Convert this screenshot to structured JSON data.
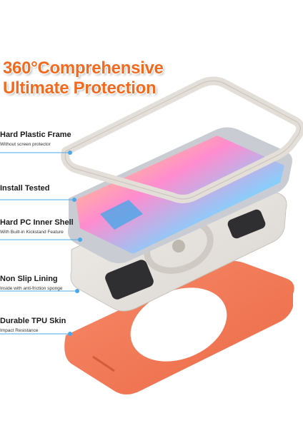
{
  "headline": {
    "line1": "360°Comprehensive",
    "line2": "Ultimate Protection"
  },
  "features": [
    {
      "title": "Hard Plastic Frame",
      "subtitle": "Without screen protector"
    },
    {
      "title": "Install Tested",
      "subtitle": ""
    },
    {
      "title": "Hard PC Inner Shell",
      "subtitle": "With Built-in Kickstand Feature"
    },
    {
      "title": "Non Slip Lining",
      "subtitle": "Inside with anti-friction sponge"
    },
    {
      "title": "Durable TPU Skin",
      "subtitle": "Impact Resistance"
    }
  ],
  "colors": {
    "accent": "#f26a1f",
    "connector": "#4aa8e8",
    "frame": "#e6e2dc",
    "skin": "#f47a55"
  }
}
